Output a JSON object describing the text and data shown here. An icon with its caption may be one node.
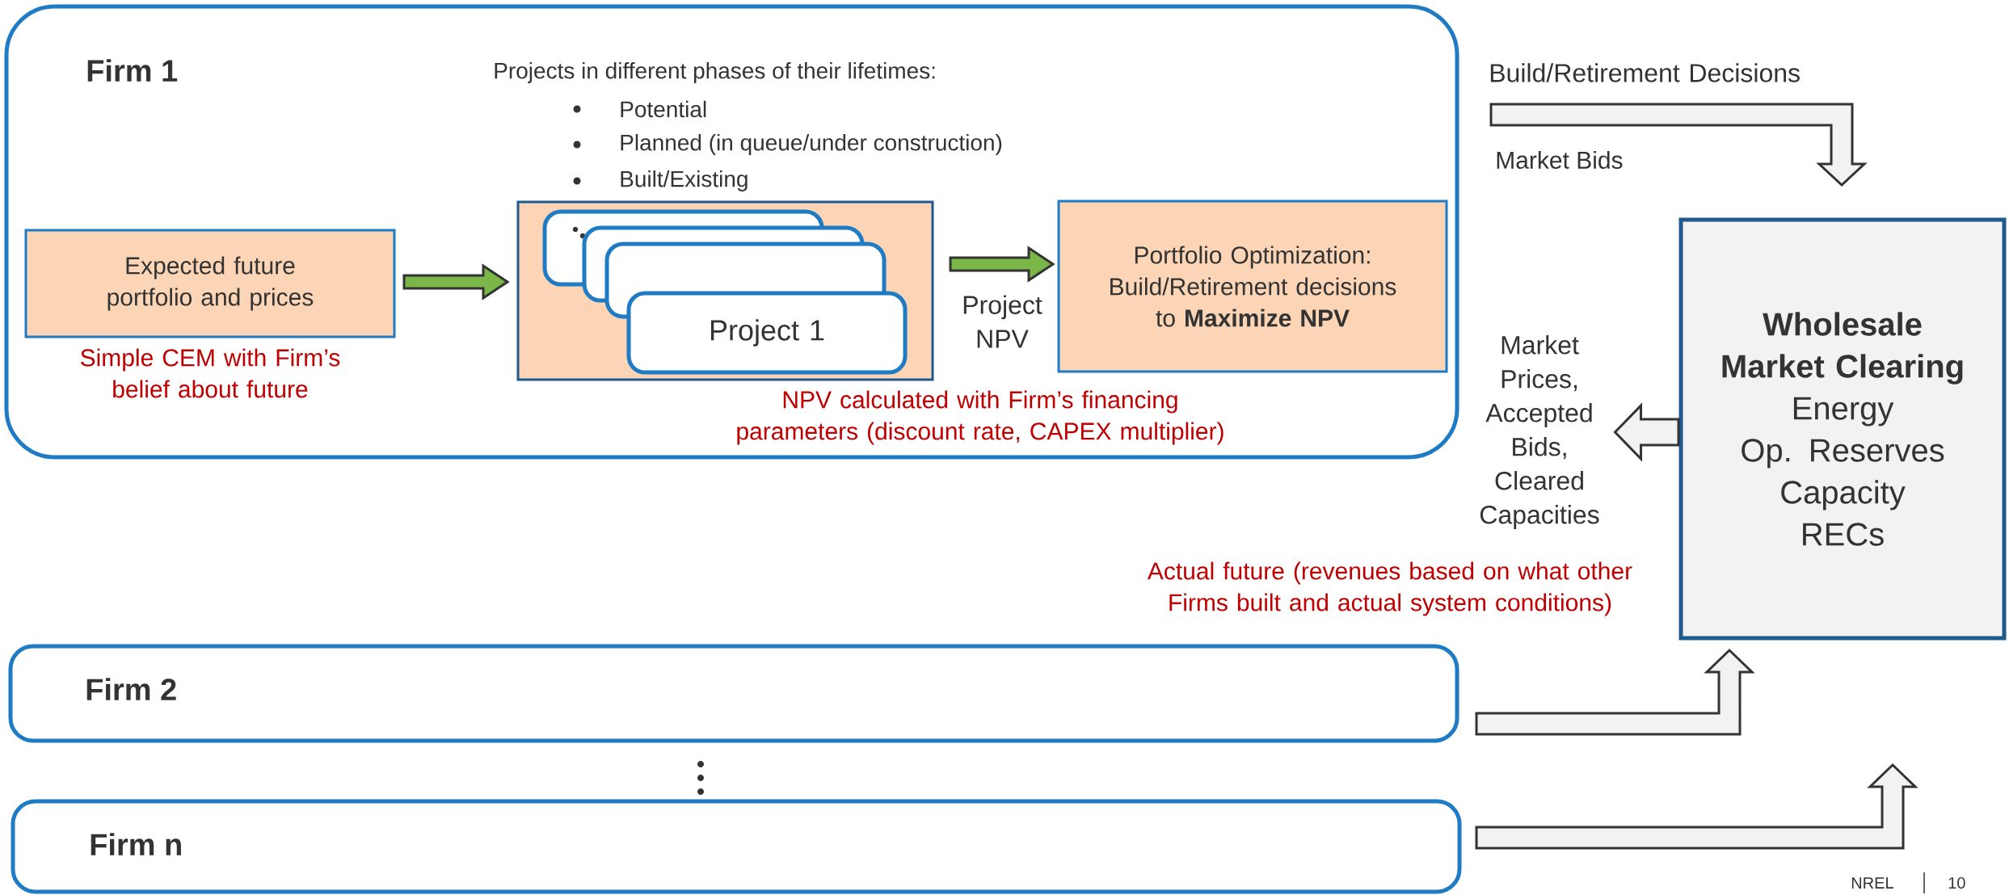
{
  "diagram": {
    "nodes": [
      {
        "text": [
          "Firm 1"
        ]
      },
      {
        "text": [
          "Expected future portfolio and prices"
        ],
        "in": 0,
        "beside": [
          "Simple CEM with Firm’s belief about future"
        ]
      },
      {
        "text": [],
        "shape": "box",
        "in": 0,
        "beside": [
          "NPV calculated with Firm’s financing parameters (discount rate, CAPEX multiplier)"
        ]
      },
      {
        "text": [
          "Project 1"
        ],
        "in": 2
      },
      {
        "text": [],
        "shape": "box",
        "in": 2
      },
      {
        "text": [],
        "shape": "box",
        "in": 2
      },
      {
        "text": [],
        "shape": "box",
        "in": 2
      },
      {
        "text": [
          "Portfolio Optimization: Build/Retirement decisions to **Maximize NPV**"
        ],
        "in": 0
      },
      {
        "text": [
          "Wholesale Market Clearing",
          "Energy",
          "Op. Reserves",
          "Capacity",
          "RECs"
        ]
      },
      {
        "text": [
          "Firm 2"
        ]
      },
      {
        "text": [
          "Firm n"
        ]
      },
      {
        "text": [
          "Market Prices, Accepted Bids, Cleared Capacities"
        ]
      }
    ],
    "edges": [
      {
        "from": 1,
        "to": 2,
        "arrow": "to",
        "color": "#7ab648"
      },
      {
        "from": 2,
        "to": 7,
        "arrow": "to",
        "label": "Project NPV",
        "color": "#7ab648"
      },
      {
        "from": 0,
        "to": 8,
        "arrow": "to",
        "label": "Build/Retirement Decisions"
      },
      {
        "from": 8,
        "to": 11,
        "arrow": "to"
      },
      {
        "from": 9,
        "to": 8,
        "arrow": "to"
      },
      {
        "from": 10,
        "to": 8,
        "arrow": "to"
      }
    ],
    "labels": [
      "Projects in different phases of their lifetimes:",
      "Potential",
      "Planned (in queue/under construction)",
      "Built/Existing",
      "Market Bids",
      "Actual future (revenues based on what other Firms built and actual system conditions)",
      "NREL",
      "10"
    ]
  }
}
